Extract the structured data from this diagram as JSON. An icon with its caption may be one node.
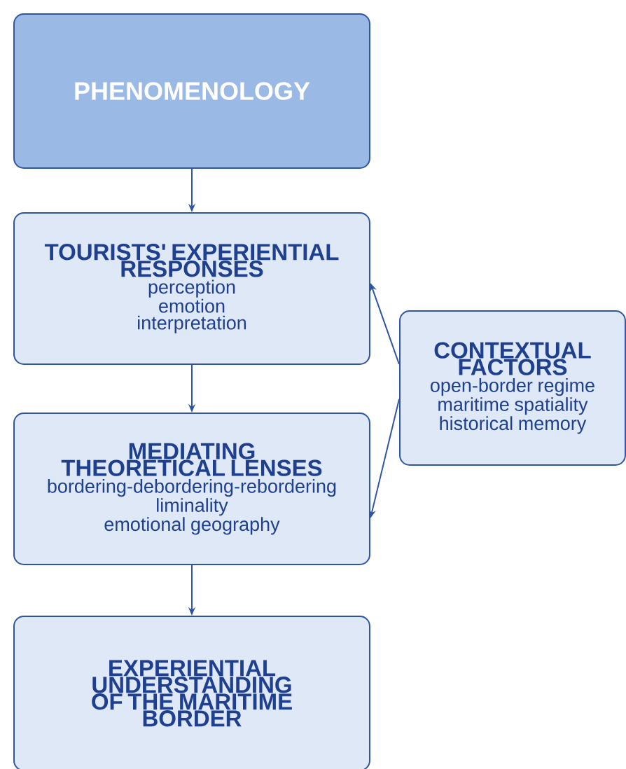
{
  "diagram": {
    "nodes": [
      {
        "text": [
          "PHENOMENOLOGY"
        ]
      },
      {
        "text": [
          "TOURISTS' EXPERIENTIAL RESPONSES",
          "perception",
          "emotion",
          "interpretation"
        ]
      },
      {
        "text": [
          "MEDIATING THEORETICAL LENSES",
          "bordering-debordering-rebordering",
          "liminality",
          "emotional geography"
        ]
      },
      {
        "text": [
          "EXPERIENTIAL UNDERSTANDING OF THE MARITIME BORDER"
        ]
      },
      {
        "text": [
          "CONTEXTUAL FACTORS",
          "open-border regime",
          "maritime spatiality",
          "historical memory"
        ]
      }
    ],
    "edges": [
      {
        "from": 0,
        "to": 1,
        "arrow": "to"
      },
      {
        "from": 1,
        "to": 2,
        "arrow": "to"
      },
      {
        "from": 2,
        "to": 3,
        "arrow": "to"
      },
      {
        "from": 4,
        "to": 1,
        "arrow": "to"
      },
      {
        "from": 4,
        "to": 2,
        "arrow": "to"
      }
    ]
  }
}
